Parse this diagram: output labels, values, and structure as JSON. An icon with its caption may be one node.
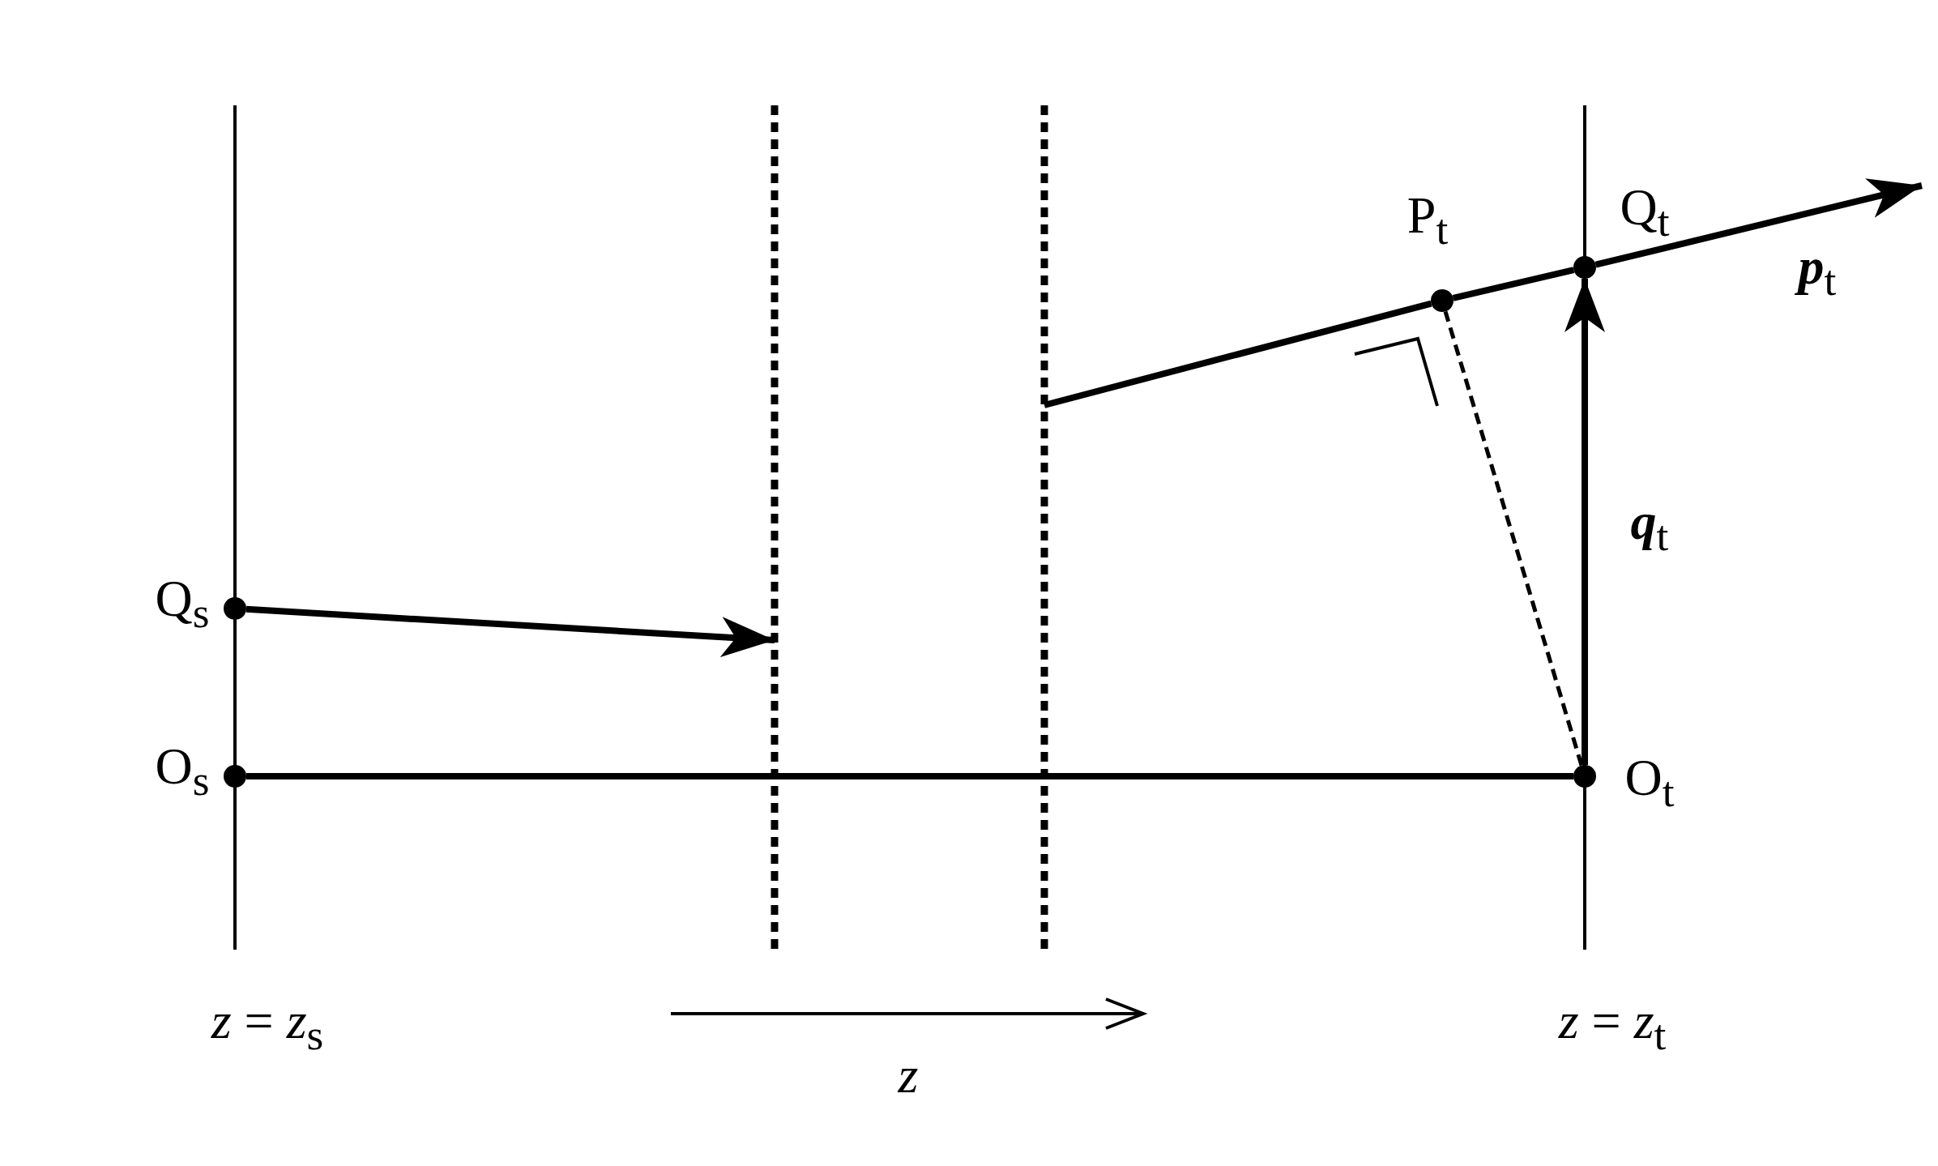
{
  "diagram": {
    "nodes": [
      {
        "text": [],
        "shape": "circle",
        "beside": [
          "Q$_{s}$"
        ]
      },
      {
        "text": [],
        "shape": "circle",
        "beside": [
          "O$_{s}$"
        ]
      },
      {
        "text": [],
        "shape": "circle",
        "beside": [
          "P$_{t}$"
        ]
      },
      {
        "text": [],
        "shape": "circle",
        "beside": [
          "Q$_{t}$"
        ]
      },
      {
        "text": [],
        "shape": "circle",
        "beside": [
          "O$_{t}$"
        ]
      }
    ],
    "edges": [
      {
        "from": 1,
        "to": 4,
        "arrow": "none"
      },
      {
        "from": 0,
        "to": null,
        "arrow": "to"
      },
      {
        "from": null,
        "to": 2,
        "arrow": "none"
      },
      {
        "from": 2,
        "to": 3,
        "arrow": "none"
      },
      {
        "from": 3,
        "to": null,
        "arrow": "to",
        "label": "**p**$_{t}$"
      },
      {
        "from": 4,
        "to": 3,
        "arrow": "to",
        "label": "**q**$_{t}$"
      },
      {
        "from": 4,
        "to": 2,
        "arrow": "none",
        "style": "dashed"
      }
    ],
    "labels": [
      "*z* = *z*$_{s}$",
      "*z* = *z*$_{t}$",
      "*z*"
    ]
  }
}
